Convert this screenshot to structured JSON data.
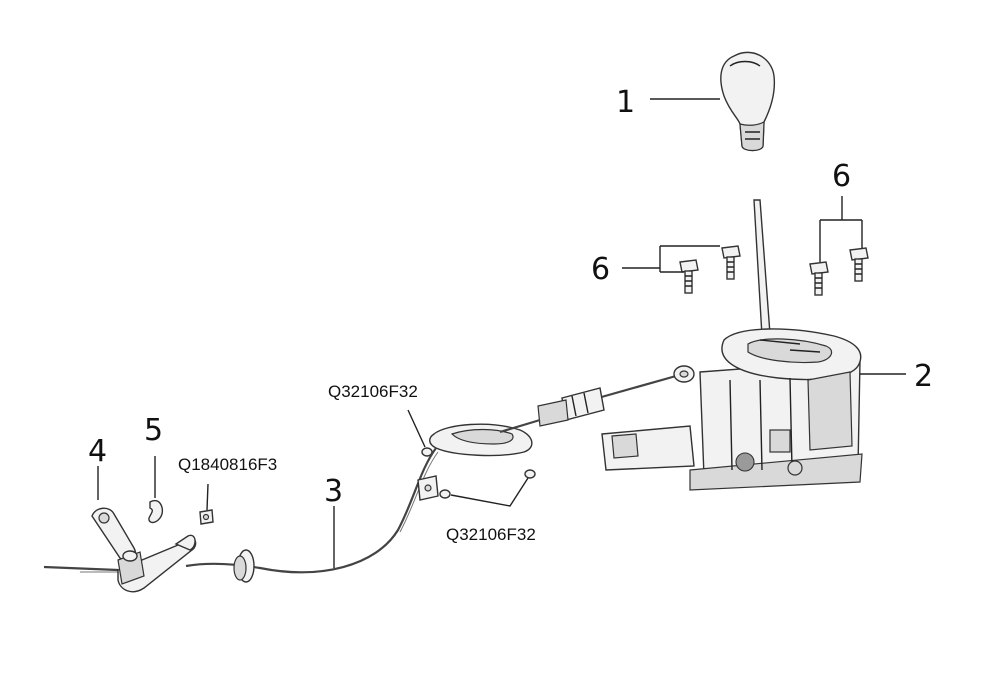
{
  "callouts": {
    "knob": "1",
    "shifter": "2",
    "cable": "3",
    "bracket": "4",
    "clip": "5",
    "bolts_left": "6",
    "bolts_right": "6"
  },
  "part_codes": {
    "nut_top": "Q32106F32",
    "nut_bottom": "Q32106F32",
    "nut_small": "Q1840816F3"
  }
}
